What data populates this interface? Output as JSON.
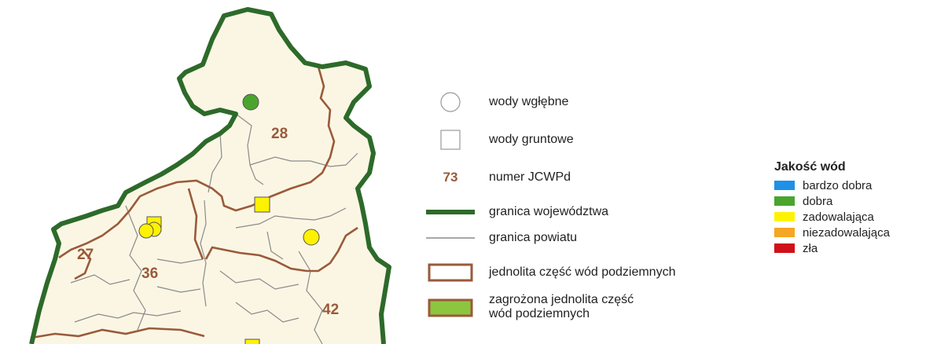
{
  "map": {
    "jcwpd_labels": [
      "28",
      "27",
      "36",
      "42"
    ],
    "colors": {
      "region_fill": "#fbf6e4",
      "voivodeship_border": "#2d6a2a",
      "jcwpd_border": "#9a5a3a",
      "county_border": "#8a8a8a",
      "label_color": "#9a5a3a"
    },
    "points": [
      {
        "type": "circle",
        "quality": "dobra"
      },
      {
        "type": "square",
        "quality": "zadowalająca"
      },
      {
        "type": "circle",
        "quality": "zadowalająca"
      },
      {
        "type": "circle",
        "quality": "zadowalająca"
      },
      {
        "type": "square",
        "quality": "zadowalająca"
      },
      {
        "type": "circle",
        "quality": "zadowalająca"
      }
    ]
  },
  "legend": {
    "deep_waters": "wody wgłębne",
    "ground_waters": "wody gruntowe",
    "jcwpd_number_sample": "73",
    "jcwpd_number": "numer JCWPd",
    "voivodeship_border": "granica województwa",
    "county_border": "granica powiatu",
    "jcwpd": "jednolita część wód podziemnych",
    "threatened_jcwpd_line1": "zagrożona jednolita część",
    "threatened_jcwpd_line2": "wód podziemnych",
    "threatened_fill": "#8cc63f"
  },
  "quality": {
    "title": "Jakość wód",
    "items": [
      {
        "label": "bardzo dobra",
        "color": "#1e90e8"
      },
      {
        "label": "dobra",
        "color": "#4aa52e"
      },
      {
        "label": "zadowalająca",
        "color": "#fff200"
      },
      {
        "label": "niezadowalająca",
        "color": "#f5a623"
      },
      {
        "label": "zła",
        "color": "#d0101a"
      }
    ]
  }
}
